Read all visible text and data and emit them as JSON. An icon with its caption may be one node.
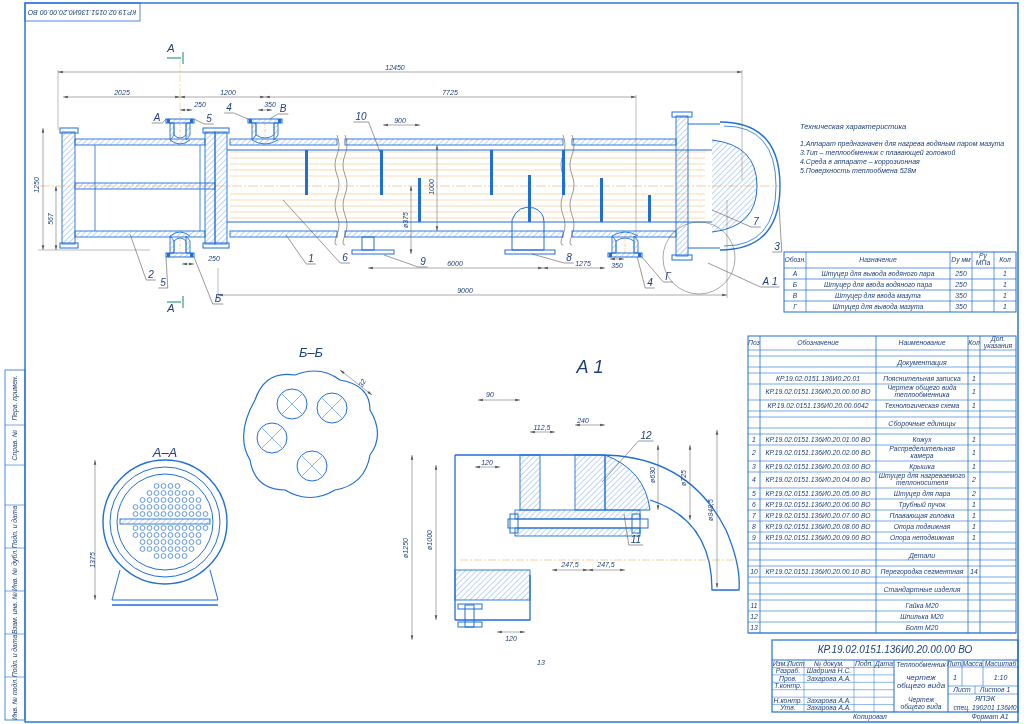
{
  "diagram": {
    "nodes": [
      {
        "text": [
          "А"
        ]
      },
      {
        "text": [
          "5"
        ]
      },
      {
        "text": [
          "4"
        ]
      },
      {
        "text": [
          "В"
        ]
      },
      {
        "text": [
          "10"
        ]
      },
      {
        "text": [
          "2"
        ]
      },
      {
        "text": [
          "5"
        ]
      },
      {
        "text": [
          "Б"
        ]
      },
      {
        "text": [
          "1"
        ]
      },
      {
        "text": [
          "6"
        ]
      },
      {
        "text": [
          "9"
        ]
      },
      {
        "text": [
          "8"
        ]
      },
      {
        "text": [
          "4"
        ]
      },
      {
        "text": [
          "Г"
        ]
      },
      {
        "text": [
          "3"
        ]
      },
      {
        "text": [
          "7"
        ]
      },
      {
        "text": [
          "А 1"
        ]
      },
      {
        "text": [
          "12"
        ]
      },
      {
        "text": [
          "11"
        ]
      },
      {
        "text": [],
        "shape": "picture"
      },
      {
        "text": [],
        "shape": "picture"
      },
      {
        "text": [],
        "shape": "picture"
      },
      {
        "text": [],
        "shape": "picture"
      }
    ],
    "edges": [
      {
        "from": 0,
        "to": 19,
        "arrow": "none"
      },
      {
        "from": 1,
        "to": 19,
        "arrow": "none"
      },
      {
        "from": 2,
        "to": 20,
        "arrow": "none"
      },
      {
        "from": 3,
        "to": 20,
        "arrow": "none"
      },
      {
        "from": 4,
        "to": null,
        "arrow": "none"
      },
      {
        "from": 5,
        "to": null,
        "arrow": "none"
      },
      {
        "from": 6,
        "to": 21,
        "arrow": "none"
      },
      {
        "from": 7,
        "to": 21,
        "arrow": "none"
      },
      {
        "from": 8,
        "to": null,
        "arrow": "none"
      },
      {
        "from": 9,
        "to": null,
        "arrow": "none"
      },
      {
        "from": 10,
        "to": null,
        "arrow": "none"
      },
      {
        "from": 11,
        "to": null,
        "arrow": "none"
      },
      {
        "from": 12,
        "to": 22,
        "arrow": "none"
      },
      {
        "from": 13,
        "to": 22,
        "arrow": "none"
      },
      {
        "from": 14,
        "to": null,
        "arrow": "none"
      },
      {
        "from": 15,
        "to": null,
        "arrow": "none"
      },
      {
        "from": 16,
        "to": null,
        "arrow": "none"
      },
      {
        "from": 17,
        "to": null,
        "arrow": "none"
      },
      {
        "from": 18,
        "to": null,
        "arrow": "none"
      }
    ],
    "labels": [
      "А",
      "12450",
      "2025",
      "1200",
      "7725",
      "250",
      "350",
      "900",
      "1250",
      "567",
      "1000",
      "ø375",
      "250",
      "6000",
      "1275",
      "350",
      "9000",
      "А",
      "Техническая характеристика",
      "1.Аппарат предназначен для нагрева водяным паром мазута",
      "3.Тип – теплообменник с плавающей головкой",
      "4.Среда в аппарате – коррозионная",
      "5.Поверхность теплообмена 528м",
      "Обозн.",
      "Назначение",
      "Dy мм",
      "Py МПа",
      "Кол",
      "А",
      "Штуцер для вывода водяного пара",
      "250",
      "1",
      "Б",
      "Штуцер для ввода водяного пара",
      "250",
      "1",
      "В",
      "Штуцер для ввода мазута",
      "350",
      "1",
      "Г",
      "Штуцер для вывода мазута",
      "350",
      "1",
      "Б–Б",
      "А 1",
      "А–А",
      "1375",
      "32",
      "90",
      "112,5",
      "240",
      "120",
      "ø630",
      "ø725",
      "ø848,5",
      "ø1250",
      "ø1000",
      "247,5",
      "247,5",
      "120",
      "13",
      "Поз",
      "Обозначение",
      "Наименование",
      "Кол",
      "Доп. указания",
      "Документация",
      "КР.19.02.0151.136И0.20.01",
      "Пояснительная записка",
      "1",
      "КР.19.02.0151.136И0.20.00.00 ВО",
      "Чертеж общего вида теплообменника",
      "1",
      "КР.19.02.0151.136И0.20.00.0042",
      "Технологическая схема",
      "1",
      "Сборочные единицы",
      "1",
      "КР.19.02.0151.136И0.20.01.00 ВО",
      "Кожух",
      "1",
      "2",
      "КР.19.02.0151.136И0.20.02.00 ВО",
      "Распределительная камера",
      "1",
      "3",
      "КР.19.02.0151.136И0.20.03.00 ВО",
      "Крышка",
      "1",
      "4",
      "КР.19.02.0151.136И0.20.04.00 ВО",
      "Штуцер для нагреваемого теплоносителя",
      "2",
      "5",
      "КР.19.02.0151.136И0.20.05.00 ВО",
      "Штуцер для пара",
      "2",
      "6",
      "КР.19.02.0151.136И0.20.06.00 ВО",
      "Трубный пучок",
      "1",
      "7",
      "КР.19.02.0151.136И0.20.07.00 ВО",
      "Плавающая головка",
      "1",
      "8",
      "КР.19.02.0151.136И0.20.08.00 ВО",
      "Опора подвижная",
      "1",
      "9",
      "КР.19.02.0151.136И0.20.09.00 ВО",
      "Опора неподвижная",
      "1",
      "Детали",
      "10",
      "КР.19.02.0151.136И0.20.00.10 ВО",
      "Перегородка сегментная",
      "14",
      "Стандартные изделия",
      "11",
      "Гайка М20",
      "12",
      "Шпилька М20",
      "13",
      "Болт М20",
      "КР.19.02.0151.136И0.20.00.00 ВО",
      "Изм.",
      "Лист",
      "№ докум.",
      "Подп.",
      "Дата",
      "Разраб.",
      "Шадрина Н.С.",
      "Пров.",
      "Захарова А.А.",
      "Т.контр.",
      "Н.контр.",
      "Захарова А.А.",
      "Утв.",
      "Захарова А.А.",
      "Теплообменник",
      "чертеж общего вида",
      "Чертеж общего вида",
      "Лит.",
      "Масса",
      "Масштаб",
      "1",
      "1:10",
      "Лист",
      "Листов 1",
      "ЯПЭК",
      "спец. 190201 136И0",
      "Копировал",
      "Формат А1",
      "Перв. примен.",
      "Справ. №",
      "Подп. и дата",
      "Инв. № дубл.",
      "Взам. инв. №",
      "Подп. и дата",
      "Инв. № подл.",
      "КР.19.02.0151.136И0.20.00.00 ВО"
    ]
  }
}
